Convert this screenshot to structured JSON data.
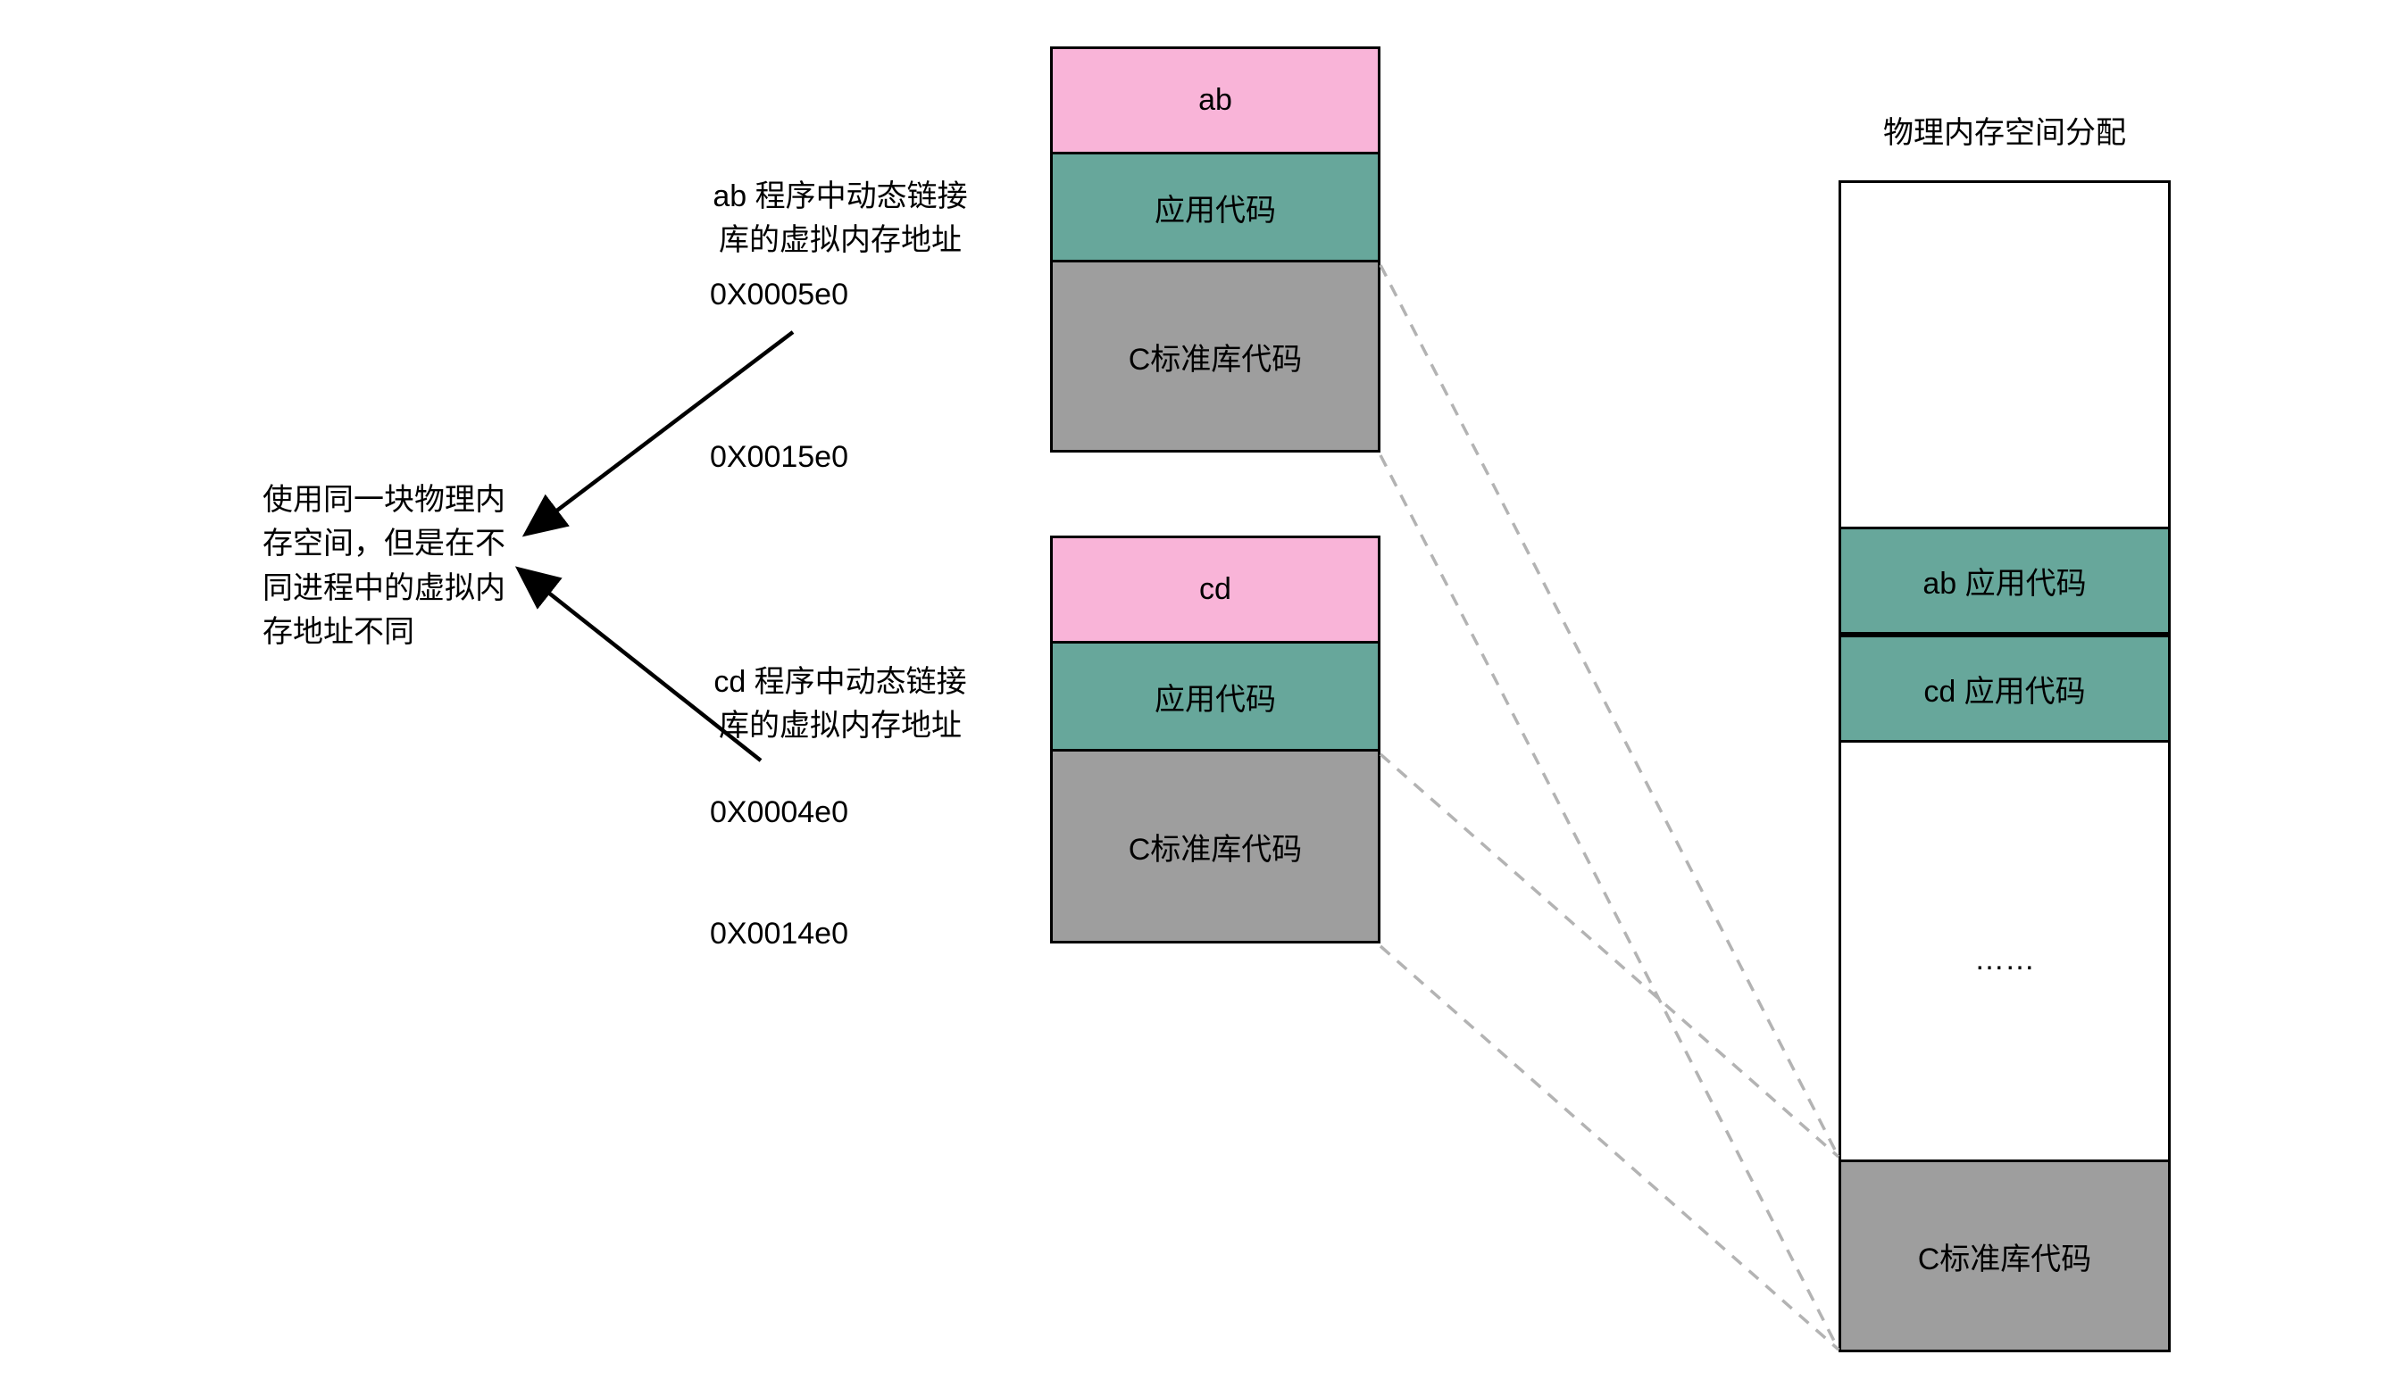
{
  "colors": {
    "pink": "#f9b4d8",
    "teal": "#67a79b",
    "gray": "#9e9e9e",
    "dashed_line": "#b3b3b3",
    "arrow": "#000000"
  },
  "left_note": "使用同一块物理内\n存空间，但是在不\n同进程中的虚拟内\n存地址不同",
  "ab_annotation": {
    "label": "ab 程序中动态链接\n库的虚拟内存地址",
    "addr_start": "0X0005e0",
    "addr_end": "0X0015e0"
  },
  "cd_annotation": {
    "label": "cd 程序中动态链接\n库的虚拟内存地址",
    "addr_start": "0X0004e0",
    "addr_end": "0X0014e0"
  },
  "stacks": {
    "ab": {
      "segments": [
        {
          "label": "ab",
          "color": "#f9b4d8"
        },
        {
          "label": "应用代码",
          "color": "#67a79b"
        },
        {
          "label": "C标准库代码",
          "color": "#9e9e9e"
        }
      ]
    },
    "cd": {
      "segments": [
        {
          "label": "cd",
          "color": "#f9b4d8"
        },
        {
          "label": "应用代码",
          "color": "#67a79b"
        },
        {
          "label": "C标准库代码",
          "color": "#9e9e9e"
        }
      ]
    }
  },
  "physical": {
    "title": "物理内存空间分配",
    "segments": [
      {
        "label": "ab 应用代码",
        "color": "#67a79b"
      },
      {
        "label": "cd 应用代码",
        "color": "#67a79b"
      },
      {
        "label": "……",
        "color": "#ffffff"
      },
      {
        "label": "C标准库代码",
        "color": "#9e9e9e"
      }
    ]
  }
}
